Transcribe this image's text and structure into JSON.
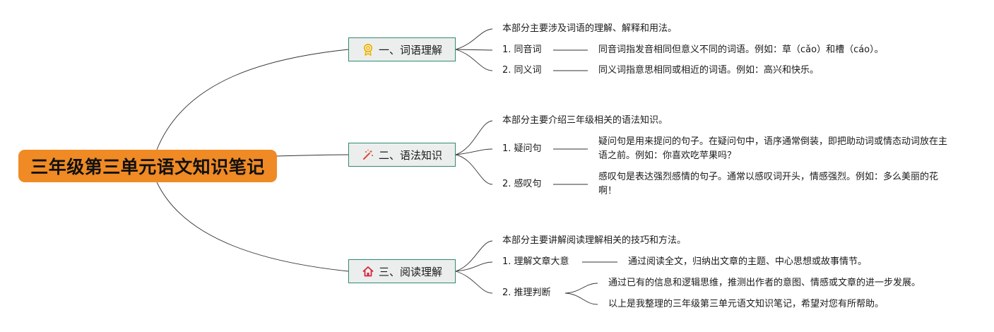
{
  "root": {
    "title": "三年级第三单元语文知识笔记"
  },
  "colors": {
    "root_fill": "#f08a24",
    "branch_border": "#2e8b6e",
    "branch_fill": "#eceeee"
  },
  "branches": [
    {
      "icon": "award-ribbon-icon",
      "label": "一、词语理解",
      "intro": "本部分主要涉及词语的理解、解释和用法。",
      "items": [
        {
          "label": "1. 同音词",
          "details": [
            "同音词指发音相同但意义不同的词语。例如：草（cǎo）和槽（cáo）。"
          ]
        },
        {
          "label": "2. 同义词",
          "details": [
            "同义词指意思相同或相近的词语。例如：高兴和快乐。"
          ]
        }
      ]
    },
    {
      "icon": "magic-wand-icon",
      "label": "二、语法知识",
      "intro": "本部分主要介绍三年级相关的语法知识。",
      "items": [
        {
          "label": "1. 疑问句",
          "details": [
            "疑问句是用来提问的句子。在疑问句中，语序通常倒装，即把助动词或情态动词放在主语之前。例如：你喜欢吃苹果吗？"
          ]
        },
        {
          "label": "2. 感叹句",
          "details": [
            "感叹句是表达强烈感情的句子。通常以感叹词开头，情感强烈。例如：多么美丽的花啊！"
          ]
        }
      ]
    },
    {
      "icon": "home-icon",
      "label": "三、阅读理解",
      "intro": "本部分主要讲解阅读理解相关的技巧和方法。",
      "items": [
        {
          "label": "1. 理解文章大意",
          "details": [
            "通过阅读全文，归纳出文章的主题、中心思想或故事情节。"
          ]
        },
        {
          "label": "2. 推理判断",
          "details": [
            "通过已有的信息和逻辑思维，推测出作者的意图、情感或文章的进一步发展。",
            "以上是我整理的三年级第三单元语文知识笔记，希望对您有所帮助。"
          ]
        }
      ]
    }
  ]
}
